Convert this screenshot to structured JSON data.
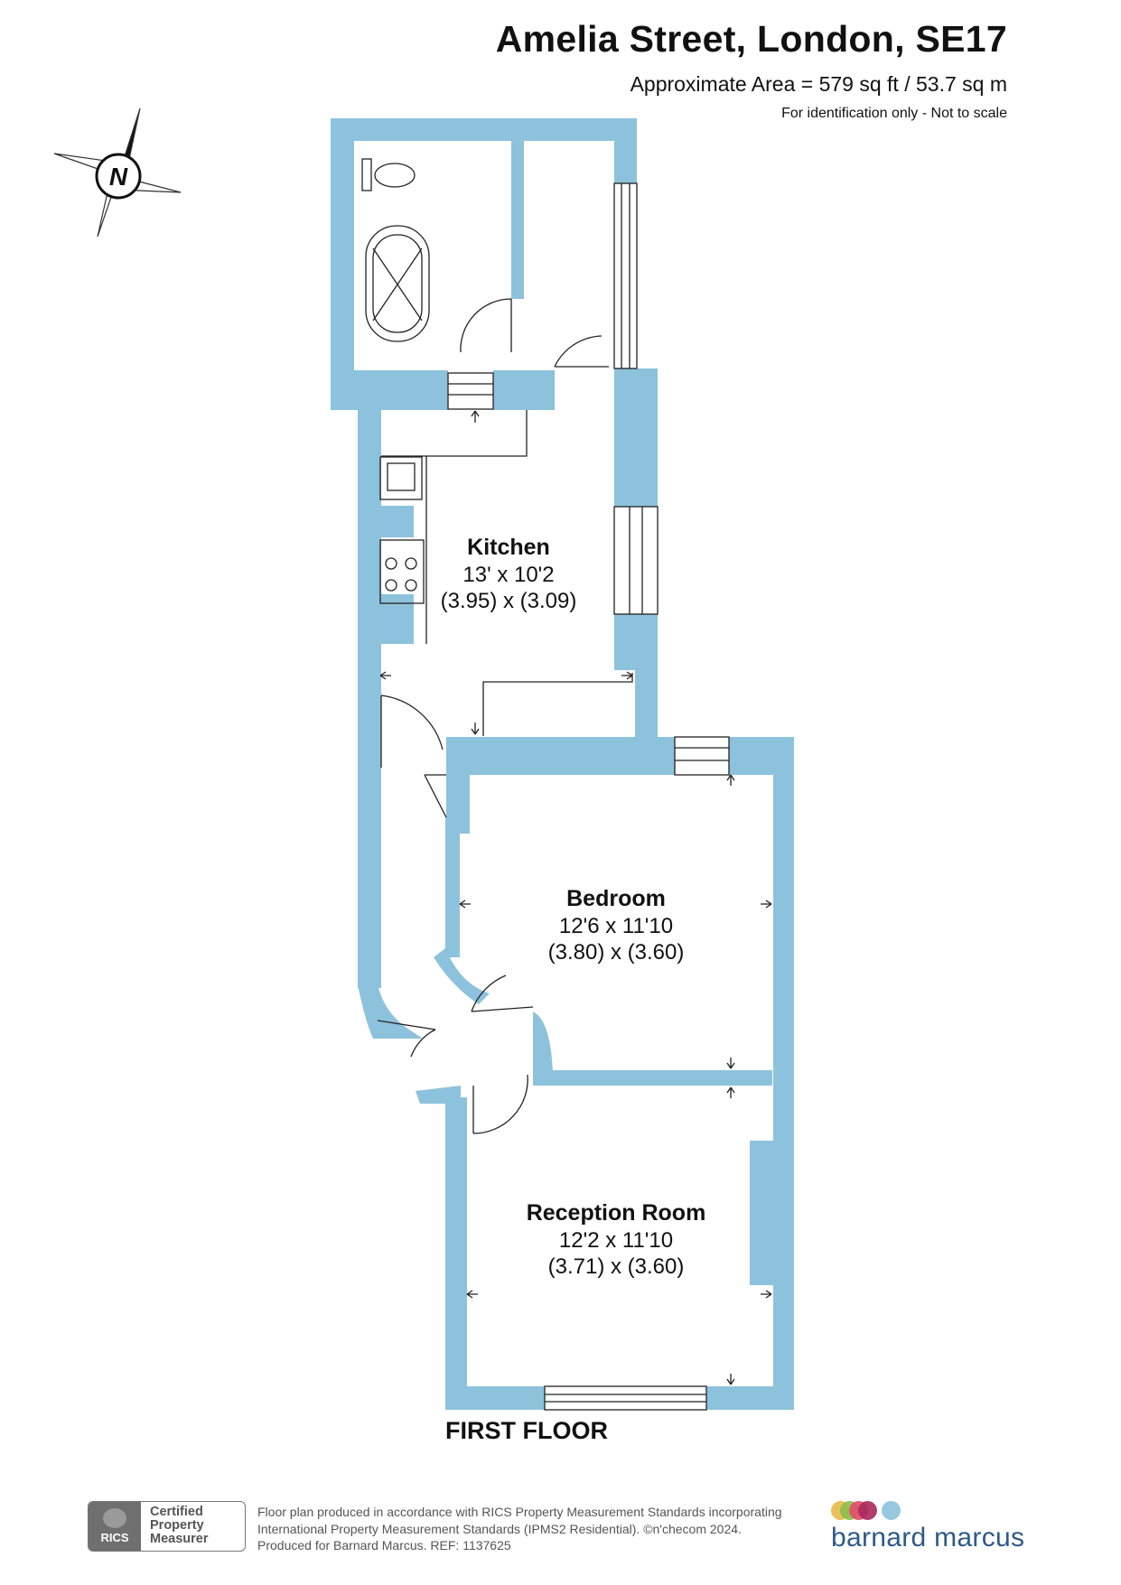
{
  "header": {
    "title": "Amelia Street, London, SE17",
    "area": "Approximate Area = 579 sq ft / 53.7 sq m",
    "disclaimer": "For identification only - Not to scale"
  },
  "compass": {
    "letter": "N",
    "icon": "compass-icon"
  },
  "rooms": [
    {
      "name": "Kitchen",
      "imperial": "13' x 10'2",
      "metric": "(3.95) x (3.09)"
    },
    {
      "name": "Bedroom",
      "imperial": "12'6 x 11'10",
      "metric": "(3.80) x (3.60)"
    },
    {
      "name": "Reception Room",
      "imperial": "12'2 x 11'10",
      "metric": "(3.71) x (3.60)"
    }
  ],
  "floor_label": "FIRST FLOOR",
  "colors": {
    "wall": "#8dc2dc",
    "line": "#222222",
    "text": "#111111",
    "footer_text": "#555555"
  },
  "footer": {
    "badge": {
      "mark": "RICS",
      "line1": "Certified",
      "line2": "Property",
      "line3": "Measurer"
    },
    "note_line1": "Floor plan produced in accordance with RICS Property Measurement Standards incorporating",
    "note_line2": "International Property Measurement Standards (IPMS2 Residential).   ©n'checom 2024.",
    "note_line3": "Produced for Barnard Marcus.    REF:  1137625",
    "brand_name": "barnard marcus",
    "brand_dot_colors": [
      "#e8b84a",
      "#8bbf4a",
      "#e24b6a",
      "#a8285d",
      "#8dc2dc"
    ]
  }
}
